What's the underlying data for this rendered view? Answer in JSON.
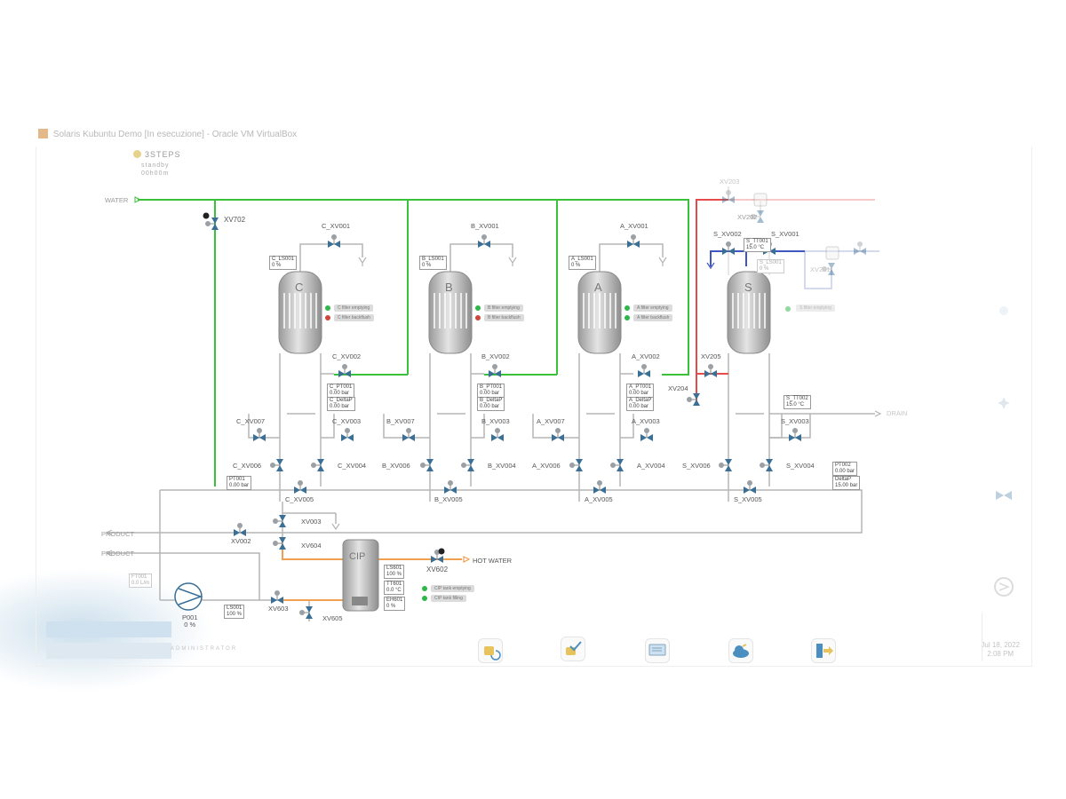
{
  "window": {
    "title": "Solaris Kubuntu Demo [In esecuzione] - Oracle VM VirtualBox"
  },
  "status": {
    "steps": "3STEPS",
    "mode": "standby",
    "time": "00h00m"
  },
  "inlets": {
    "water": "WATER",
    "drain": "DRAIN",
    "product_out": "PRODUCT",
    "product_in": "PRODUCT",
    "hot_water": "HOT WATER"
  },
  "tanks": {
    "C": {
      "name": "C",
      "outlet_valve": "C_XV001",
      "level": {
        "tag": "C_LS001",
        "value": "0 %"
      },
      "bottom_valve": "C_XV002",
      "pressure": {
        "tag": "C_PT001",
        "value": "0.00 bar"
      },
      "deltap": {
        "tag": "C_DeltaP",
        "value": "0.00 bar"
      },
      "valve_7": "C_XV007",
      "valve_3": "C_XV003",
      "valve_6": "C_XV006",
      "valve_4": "C_XV004",
      "valve_5": "C_XV005",
      "status1": "C filter emptying",
      "status2": "C filter backflush"
    },
    "B": {
      "name": "B",
      "outlet_valve": "B_XV001",
      "level": {
        "tag": "B_LS001",
        "value": "0 %"
      },
      "bottom_valve": "B_XV002",
      "pressure": {
        "tag": "B_PT001",
        "value": "0.00 bar"
      },
      "deltap": {
        "tag": "B_DeltaP",
        "value": "0.00 bar"
      },
      "valve_7": "B_XV007",
      "valve_3": "B_XV003",
      "valve_6": "B_XV006",
      "valve_4": "B_XV004",
      "valve_5": "B_XV005",
      "status1": "B filter emptying",
      "status2": "B filter backflush"
    },
    "A": {
      "name": "A",
      "outlet_valve": "A_XV001",
      "level": {
        "tag": "A_LS001",
        "value": "0 %"
      },
      "bottom_valve": "A_XV002",
      "pressure": {
        "tag": "A_PT001",
        "value": "0.00 bar"
      },
      "deltap": {
        "tag": "A_DeltaP",
        "value": "0.00 bar"
      },
      "valve_7": "A_XV007",
      "valve_3": "A_XV003",
      "valve_6": "A_XV006",
      "valve_4": "A_XV004",
      "valve_5": "A_XV005",
      "status1": "A filter emptying",
      "status2": "A filter backflush"
    },
    "S": {
      "name": "S",
      "valve_2": "S_XV002",
      "valve_1": "S_XV001",
      "temp": {
        "tag": "S_TT001",
        "value": "15.0 °C"
      },
      "level": {
        "tag": "S_LS001",
        "value": "0 %"
      },
      "temp2": {
        "tag": "S_TT002",
        "value": "15.0 °C"
      },
      "valve_3": "S_XV003",
      "valve_6": "S_XV006",
      "valve_4": "S_XV004",
      "valve_5": "S_XV005",
      "status1": "S filter emptying"
    }
  },
  "valves": {
    "xv702": "XV702",
    "xv203": "XV203",
    "xv202": "XV202",
    "xv201": "XV201",
    "xv205": "XV205",
    "xv204": "XV204",
    "xv003": "XV003",
    "xv002": "XV002",
    "xv604": "XV604",
    "xv602": "XV602",
    "xv603": "XV603",
    "xv605": "XV605"
  },
  "instruments": {
    "pt001": {
      "tag": "PT001",
      "value": "0.00 bar"
    },
    "pt002": {
      "tag": "PT002",
      "value": "0.00 bar"
    },
    "deltap": {
      "tag": "DeltaP",
      "value": "15.00 bar"
    },
    "ft001": {
      "tag": "FT001",
      "value": "0.0 L/m"
    },
    "ls001": {
      "tag": "LS001",
      "value": "100 %"
    },
    "p001": {
      "tag": "P001",
      "value": "0 %"
    }
  },
  "cip": {
    "name": "CIP",
    "ls601": {
      "tag": "LS601",
      "value": "100 %"
    },
    "tt601": {
      "tag": "TT601",
      "value": "0.0 °C"
    },
    "eh601": {
      "tag": "EH601",
      "value": "0 %"
    },
    "status1": "CIP tank emptying",
    "status2": "CIP tank filling"
  },
  "footer": {
    "user": "ADMINISTRATOR",
    "date": "Jul 18, 2022",
    "time": "2:08 PM"
  },
  "colors": {
    "water": "#3ac13a",
    "hot": "#f0a050",
    "steam": "#e54b4b",
    "cold": "#3f55c0",
    "valve": "#3a6f96",
    "tank": "#c8c8c8",
    "led_green": "#2fb84a",
    "led_red": "#d0463a"
  }
}
